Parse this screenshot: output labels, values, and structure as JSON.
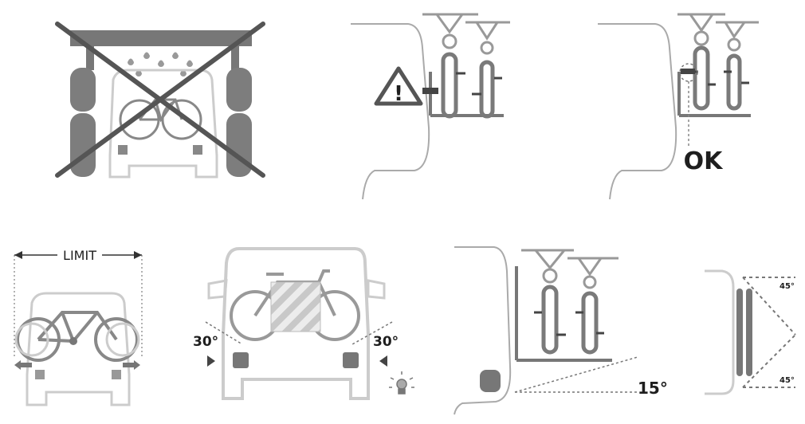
{
  "panels": {
    "carwash": {},
    "mount_wrong": {
      "warning_symbol": "!"
    },
    "mount_ok": {
      "status_text": "OK"
    },
    "width_limit": {
      "label": "LIMIT"
    },
    "rear_view": {
      "angle_left": "30°",
      "angle_right": "30°"
    },
    "slope": {
      "angle": "15°"
    },
    "top_view": {
      "angle_top": "45°",
      "angle_bottom": "45°"
    }
  }
}
